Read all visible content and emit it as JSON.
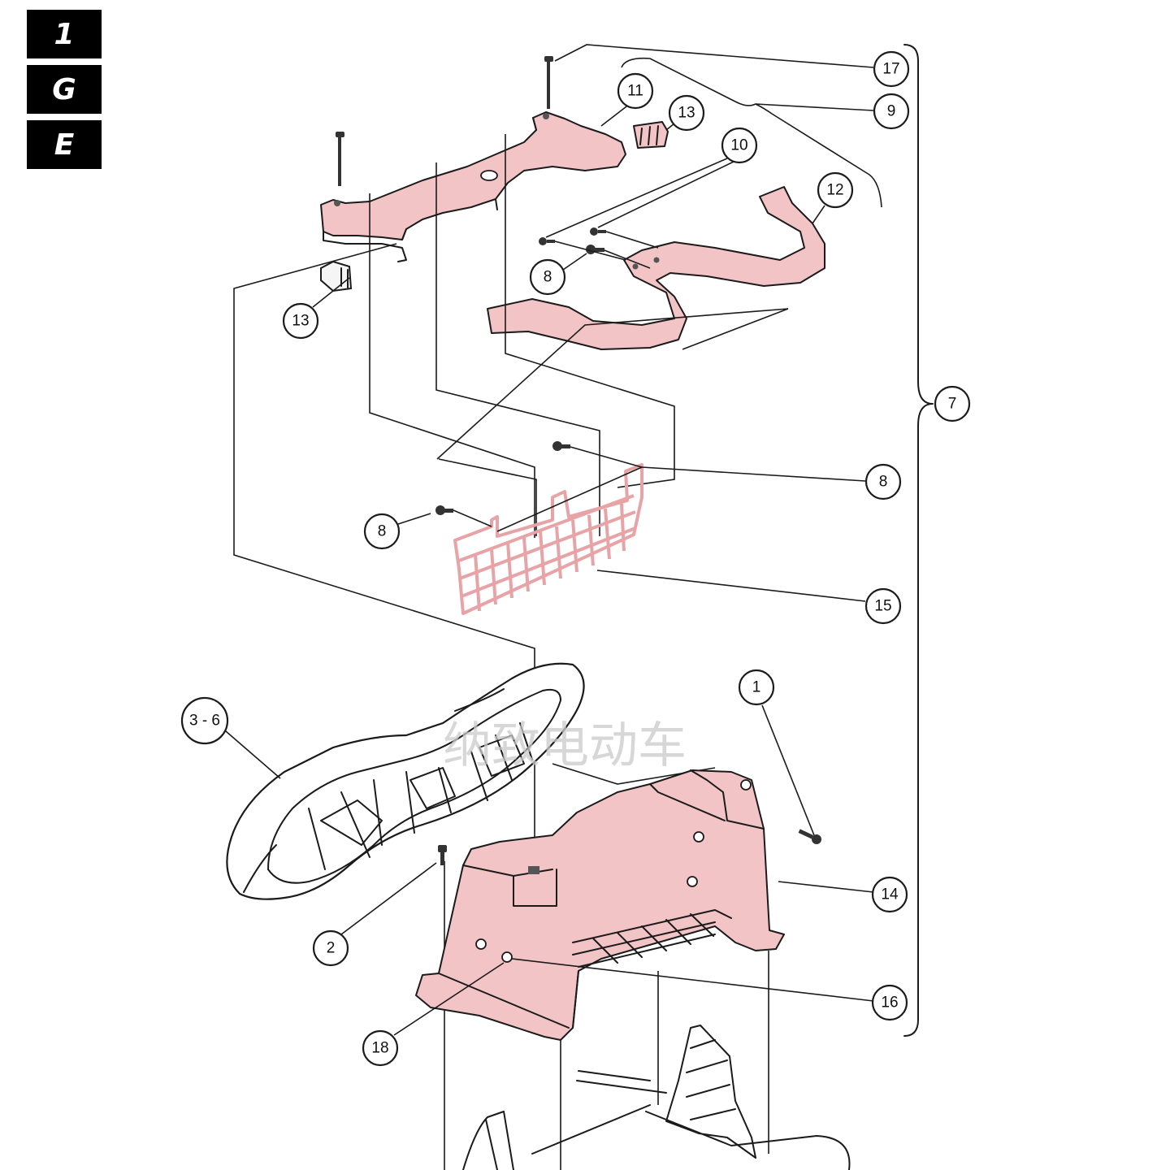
{
  "side_tabs": [
    "1",
    "G",
    "E"
  ],
  "callouts": {
    "c1": "1",
    "c2": "2",
    "c3_6": "3 - 6",
    "c7": "7",
    "c8a": "8",
    "c8b": "8",
    "c8c": "8",
    "c9": "9",
    "c10": "10",
    "c11": "11",
    "c12": "12",
    "c13a": "13",
    "c13b": "13",
    "c14": "14",
    "c15": "15",
    "c16": "16",
    "c17": "17",
    "c18": "18"
  },
  "watermark": "纳致电动车"
}
